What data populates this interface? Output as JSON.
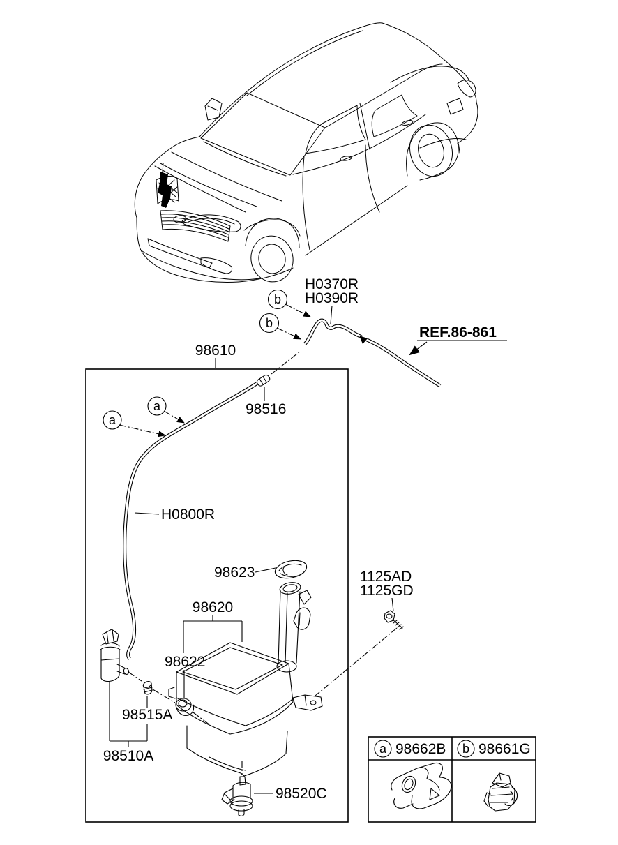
{
  "diagram": {
    "labels": {
      "engine_hose_1": "H0370R",
      "engine_hose_2": "H0390R",
      "ref_note": "REF.86-861",
      "washer_assy": "98610",
      "hose_connector": "98516",
      "washer_hose": "H0800R",
      "reservoir_cap": "98623",
      "reservoir": "98620",
      "pump_seal": "98622",
      "screw_1": "1125AD",
      "screw_2": "1125GD",
      "pump_grommet": "98515A",
      "washer_pump": "98510A",
      "level_sensor": "98520C"
    },
    "callouts": {
      "a": "a",
      "b": "b"
    },
    "legend": {
      "items": [
        {
          "callout": "a",
          "part_no": "98662B"
        },
        {
          "callout": "b",
          "part_no": "98661G"
        }
      ]
    },
    "colors": {
      "line_color": "#000000",
      "background": "#ffffff"
    }
  }
}
